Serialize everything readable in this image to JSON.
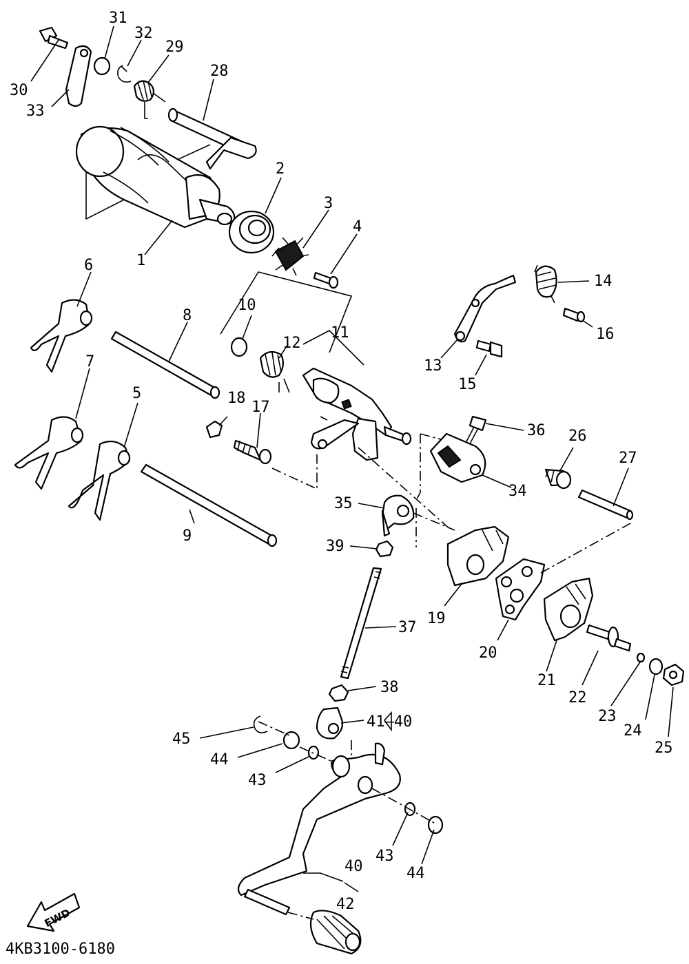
{
  "diagram": {
    "part_numbers": [
      "1",
      "2",
      "3",
      "4",
      "5",
      "6",
      "7",
      "8",
      "9",
      "10",
      "11",
      "12",
      "13",
      "14",
      "15",
      "16",
      "17",
      "18",
      "19",
      "20",
      "21",
      "22",
      "23",
      "24",
      "25",
      "26",
      "27",
      "28",
      "29",
      "30",
      "31",
      "32",
      "33",
      "34",
      "35",
      "36",
      "37",
      "38",
      "39",
      "40",
      "41",
      "42",
      "43",
      "44",
      "45"
    ],
    "bracket_label": "41–40",
    "fwd_label": "FWD",
    "code": "4KB3100-6180"
  }
}
